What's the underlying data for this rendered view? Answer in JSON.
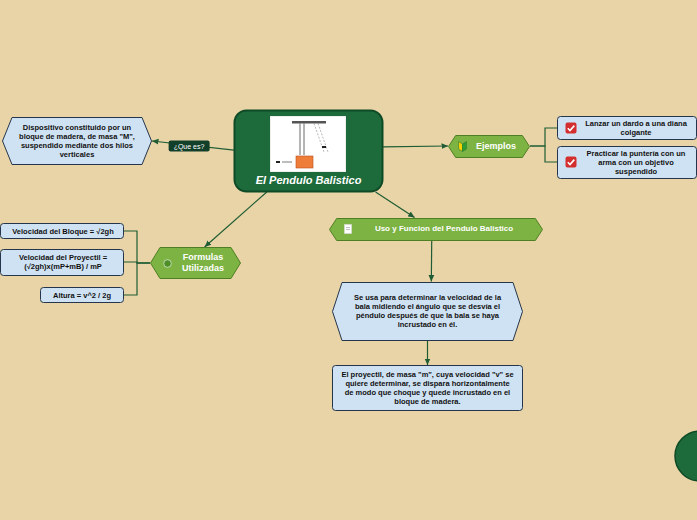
{
  "diagram": {
    "nodes": [
      {
        "text": [
          "El Pendulo Balistico"
        ]
      },
      {
        "text": [
          "Dispositivo constituido por un bloque de madera, de masa \"M\", suspendido mediante dos hilos verticales"
        ]
      },
      {
        "text": [
          "Ejemplos"
        ]
      },
      {
        "text": [
          "Lanzar un dardo a una diana colgante"
        ]
      },
      {
        "text": [
          "Practicar la puntería con un arma con un objetivo suspendido"
        ]
      },
      {
        "text": [
          "Formulas Utilizadas"
        ]
      },
      {
        "text": [
          "Velocidad del Bloque = √2gh"
        ]
      },
      {
        "text": [
          "Velocidad del Proyectil = (√2gh)x(mP+mB) / mP"
        ]
      },
      {
        "text": [
          "Altura = v^2 / 2g"
        ]
      },
      {
        "text": [
          "Uso y Funcion del Pendulo Balistico"
        ]
      },
      {
        "text": [
          "Se usa para determinar la velocidad de la bala midiendo el ángulo que se desvía el péndulo después de que la bala se haya incrustado en él."
        ]
      },
      {
        "text": [
          "El proyectil, de masa \"m\", cuya velocidad \"v\" se quiere determinar, se dispara horizontalmente de modo que choque y quede incrustado en el bloque de madera."
        ]
      }
    ],
    "edges": [
      {
        "from": 0,
        "to": 1,
        "label": "¿Que es?",
        "arrow": "to"
      },
      {
        "from": 0,
        "to": 2,
        "arrow": "to"
      },
      {
        "from": 2,
        "to": 3,
        "arrow": "none"
      },
      {
        "from": 2,
        "to": 4,
        "arrow": "none"
      },
      {
        "from": 0,
        "to": 5,
        "arrow": "to"
      },
      {
        "from": 5,
        "to": 6,
        "arrow": "none"
      },
      {
        "from": 5,
        "to": 7,
        "arrow": "none"
      },
      {
        "from": 5,
        "to": 8,
        "arrow": "none"
      },
      {
        "from": 0,
        "to": 9,
        "arrow": "to"
      },
      {
        "from": 9,
        "to": 10,
        "arrow": "to"
      },
      {
        "from": 10,
        "to": 11,
        "arrow": "to"
      }
    ]
  }
}
